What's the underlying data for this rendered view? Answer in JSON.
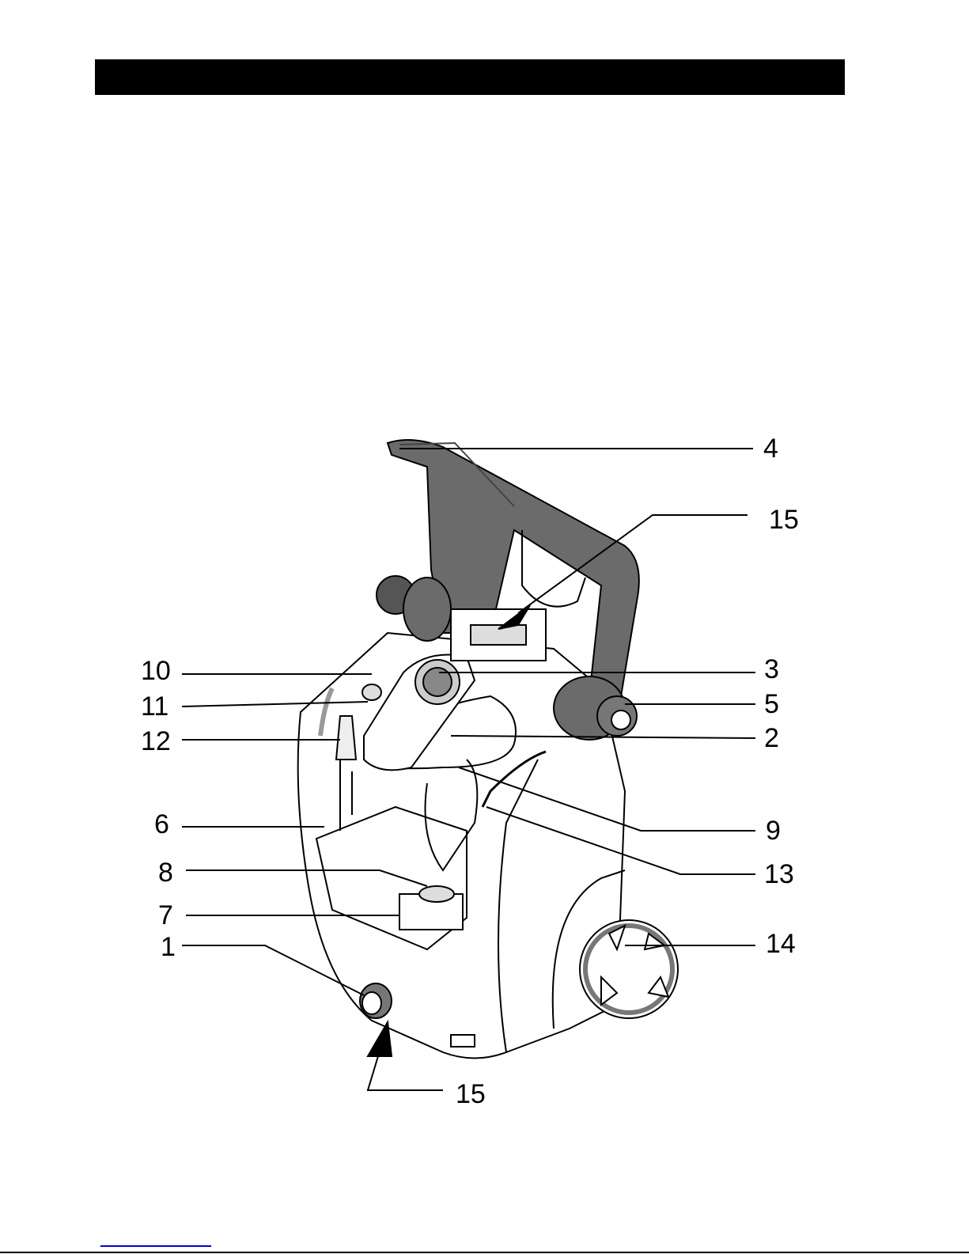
{
  "figure": {
    "callouts": {
      "c1": "1",
      "c2": "2",
      "c3": "3",
      "c4": "4",
      "c5": "5",
      "c6": "6",
      "c7": "7",
      "c8": "8",
      "c9": "9",
      "c10": "10",
      "c11": "11",
      "c12": "12",
      "c13": "13",
      "c14": "14",
      "c15_top": "15",
      "c15_bottom": "15"
    },
    "colors": {
      "handle": "#6b6b6b",
      "line": "#000000",
      "link": "#0000cc"
    }
  }
}
